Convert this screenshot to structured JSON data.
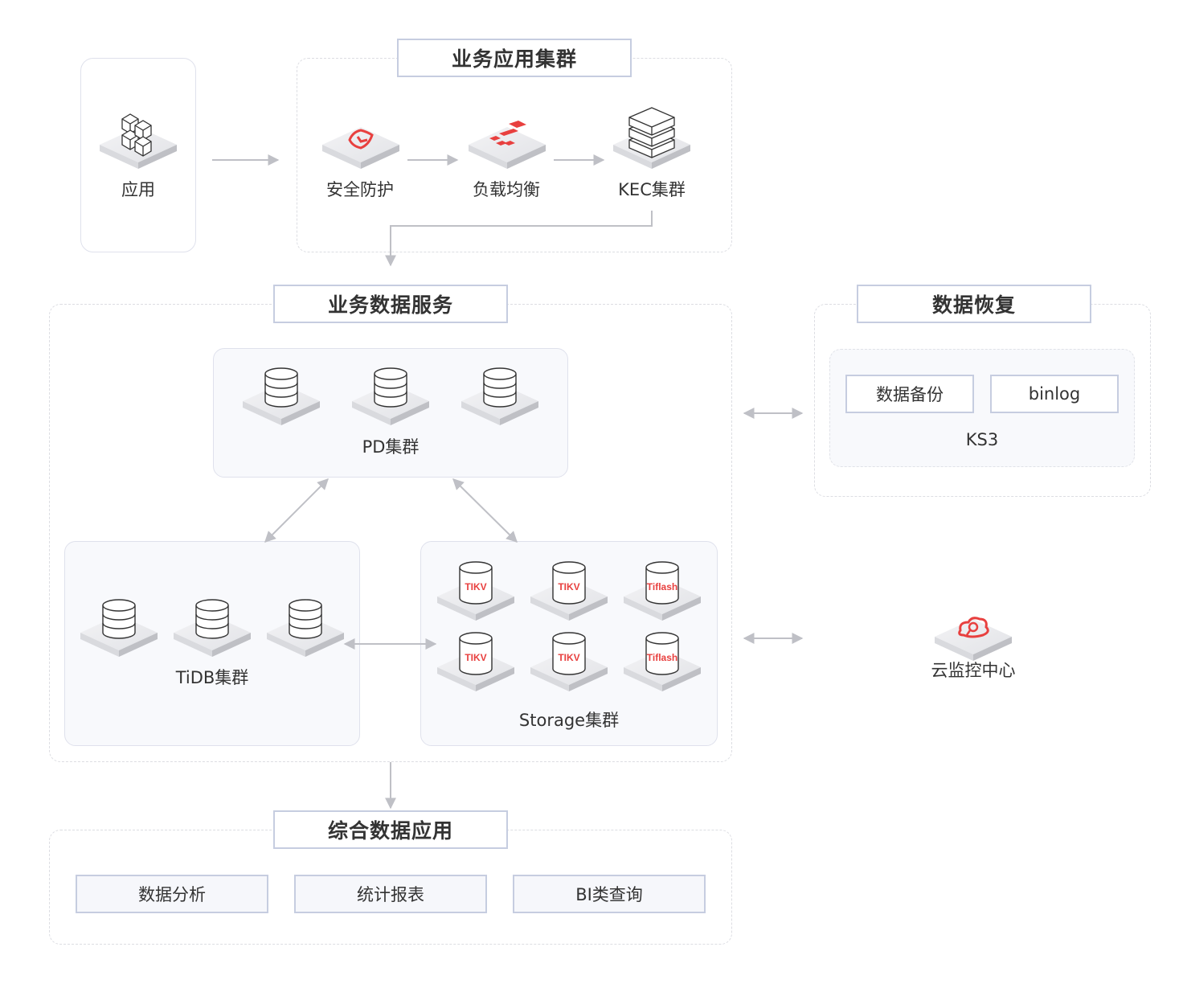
{
  "colors": {
    "accent_red": "#e8403f",
    "arrow_gray": "#bfc0c6",
    "title_border": "#c6cde0",
    "cluster_bg": "#f8f9fc"
  },
  "app": {
    "label": "应用",
    "icon": "app-cubes-icon"
  },
  "business_app_cluster": {
    "title": "业务应用集群",
    "nodes": [
      {
        "label": "安全防护",
        "icon": "shield-icon"
      },
      {
        "label": "负载均衡",
        "icon": "load-balancer-icon"
      },
      {
        "label": "KEC集群",
        "icon": "server-stack-icon"
      }
    ]
  },
  "business_data_service": {
    "title": "业务数据服务",
    "pd_cluster": {
      "label": "PD集群",
      "icon": "database-icon",
      "count": 3
    },
    "tidb_cluster": {
      "label": "TiDB集群",
      "icon": "database-icon",
      "count": 3
    },
    "storage_cluster": {
      "label": "Storage集群",
      "nodes": [
        "TIKV",
        "TIKV",
        "Tiflash",
        "TIKV",
        "TIKV",
        "Tiflash"
      ]
    }
  },
  "data_recovery": {
    "title": "数据恢复",
    "items": [
      "数据备份",
      "binlog"
    ],
    "storage_label": "KS3"
  },
  "cloud_monitor": {
    "label": "云监控中心",
    "icon": "cloud-monitor-icon"
  },
  "integrated_data_app": {
    "title": "综合数据应用",
    "items": [
      "数据分析",
      "统计报表",
      "BI类查询"
    ]
  }
}
